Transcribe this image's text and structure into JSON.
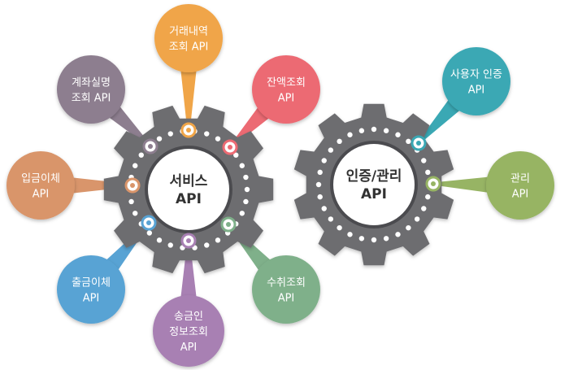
{
  "colors": {
    "gear": "#6d6d70",
    "gear_shadow": "#4c4c4f",
    "hub": "#ffffff",
    "dot": "#ffffff"
  },
  "gears": [
    {
      "id": "service",
      "center_lines": [
        "서비스",
        "API"
      ],
      "nodes": [
        {
          "id": "transaction-history",
          "lines": [
            "거래내역",
            "조회 API"
          ],
          "color": "#f0a548"
        },
        {
          "id": "balance-inquiry",
          "lines": [
            "잔액조회",
            "API"
          ],
          "color": "#ec6a73"
        },
        {
          "id": "account-verification",
          "lines": [
            "계좌실명",
            "조회 API"
          ],
          "color": "#8d7e8f"
        },
        {
          "id": "deposit-transfer",
          "lines": [
            "입금이체",
            "API"
          ],
          "color": "#d9956b"
        },
        {
          "id": "withdrawal-transfer",
          "lines": [
            "출금이체",
            "API"
          ],
          "color": "#58a3d4"
        },
        {
          "id": "remittance-info",
          "lines": [
            "송금인",
            "정보조회",
            "API"
          ],
          "color": "#a880b3"
        },
        {
          "id": "recipient-inquiry",
          "lines": [
            "수취조회",
            "API"
          ],
          "color": "#7fb08a"
        }
      ]
    },
    {
      "id": "auth",
      "center_lines": [
        "인증/관리",
        "API"
      ],
      "nodes": [
        {
          "id": "user-auth",
          "lines": [
            "사용자 인증",
            "API"
          ],
          "color": "#3aa8b4"
        },
        {
          "id": "management",
          "lines": [
            "관리",
            "API"
          ],
          "color": "#97b464"
        }
      ]
    }
  ]
}
